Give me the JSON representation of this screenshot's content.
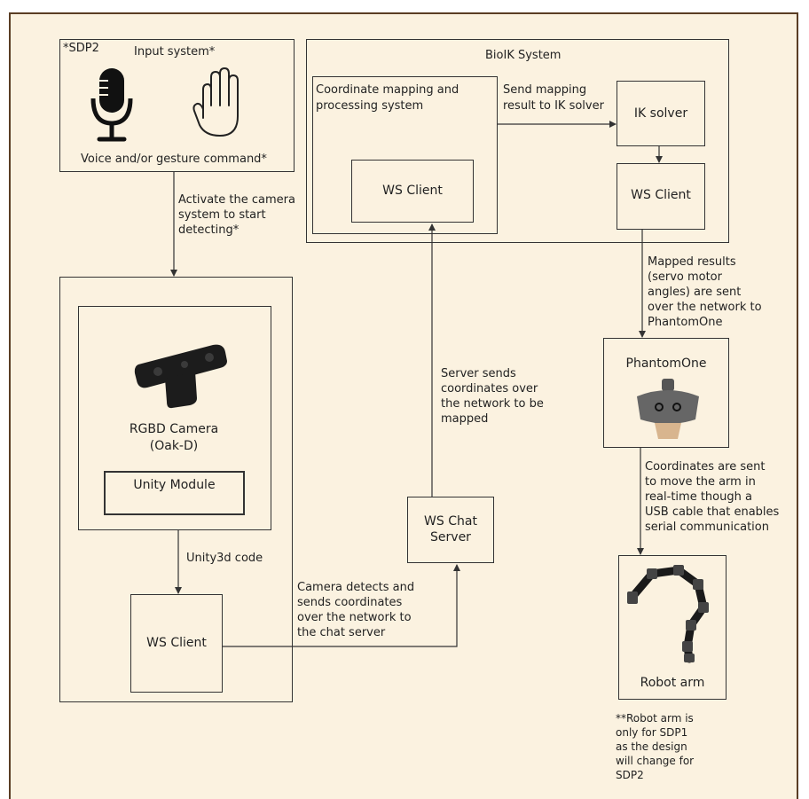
{
  "input_system": {
    "tag": "*SDP2",
    "title": "Input system*",
    "caption": "Voice and/or gesture command*",
    "icons": [
      "microphone-icon",
      "hand-icon"
    ]
  },
  "arrow_labels": {
    "activate": [
      "Activate the camera",
      "system to start",
      "detecting*"
    ],
    "unity_code": "Unity3d code",
    "camera_detects": [
      "Camera detects and",
      "sends coordinates",
      "over the network to",
      "the chat server"
    ],
    "server_sends": [
      "Server sends",
      "coordinates over",
      "the network to be",
      "mapped"
    ],
    "send_mapping": [
      "Send mapping",
      "result to IK solver"
    ],
    "mapped_results": [
      "Mapped results",
      "(servo motor",
      "angles) are sent",
      "over the network to",
      "PhantomOne"
    ],
    "coords_sent": [
      "Coordinates are sent",
      "to move the arm in",
      "real-time though a",
      "USB cable that enables",
      "serial communication"
    ]
  },
  "camera_system": {
    "camera_label": [
      "RGBD Camera",
      "(Oak-D)"
    ],
    "unity_module": "Unity Module",
    "ws_client": "WS Client"
  },
  "chat_server": {
    "label": [
      "WS Chat",
      "Server"
    ]
  },
  "biolk": {
    "title": "BioIK System",
    "mapping_title": [
      "Coordinate mapping and",
      "processing system"
    ],
    "mapping_ws_client": "WS Client",
    "ik_solver": "IK solver",
    "ik_ws_client": "WS Client"
  },
  "phantom": {
    "label": "PhantomOne"
  },
  "robot": {
    "label": "Robot arm"
  },
  "footnote": [
    "**Robot arm is",
    "only for SDP1",
    "as the design",
    "will change for",
    "SDP2"
  ]
}
